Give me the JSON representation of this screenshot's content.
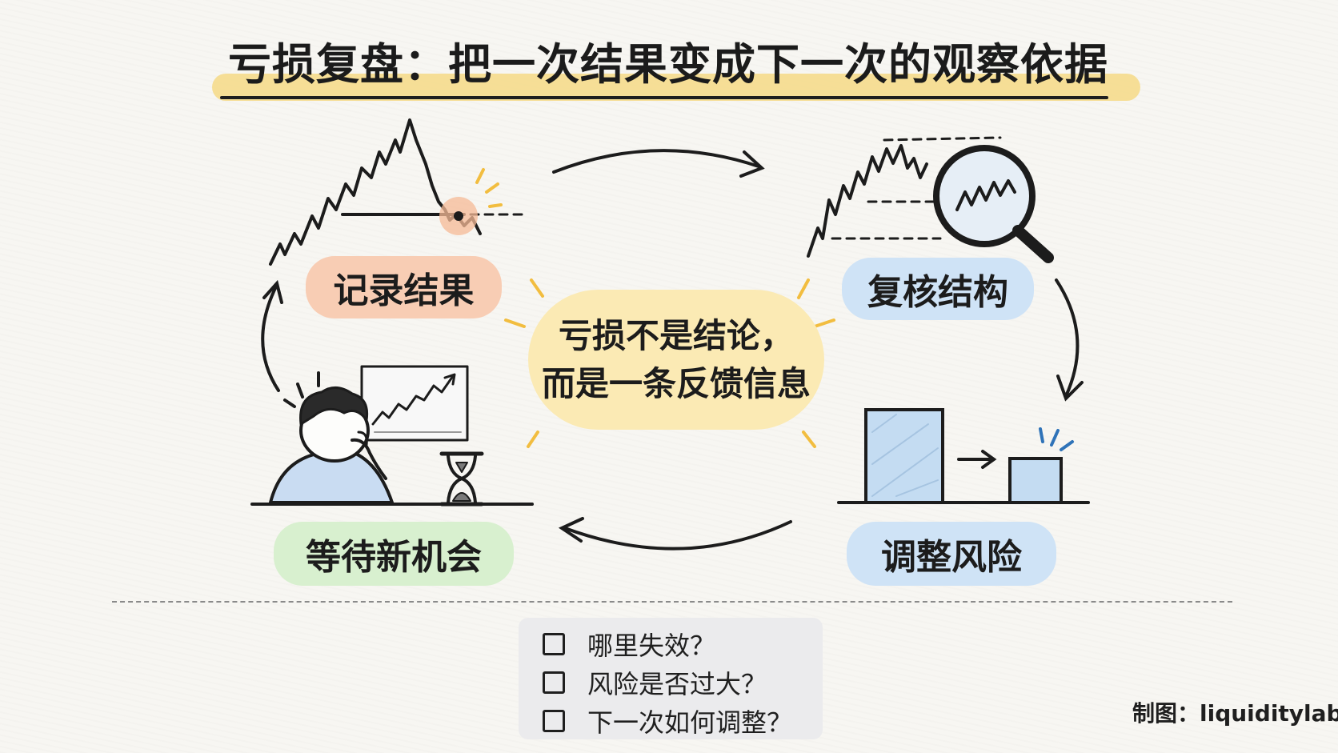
{
  "title": "亏损复盘：把一次结果变成下一次的观察依据",
  "steps": {
    "record": "记录结果",
    "review": "复核结构",
    "adjust": "调整风险",
    "wait": "等待新机会"
  },
  "center": {
    "line1": "亏损不是结论，",
    "line2": "而是一条反馈信息"
  },
  "checklist": [
    "哪里失效？",
    "风险是否过大？",
    "下一次如何调整？"
  ],
  "credit": "制图：liquiditylab.org",
  "colors": {
    "record_pill": "#f8cdb4",
    "review_pill": "#cfe3f6",
    "adjust_pill": "#cfe3f6",
    "wait_pill": "#d8f0cf",
    "center_blob": "#fbeab4",
    "title_highlight": "#f5dc8c",
    "ink": "#1c1c1c"
  },
  "icons": [
    "price-chart-breakdown-icon",
    "magnifier-chart-icon",
    "position-size-bars-icon",
    "thinking-trader-icon",
    "hourglass-icon"
  ]
}
